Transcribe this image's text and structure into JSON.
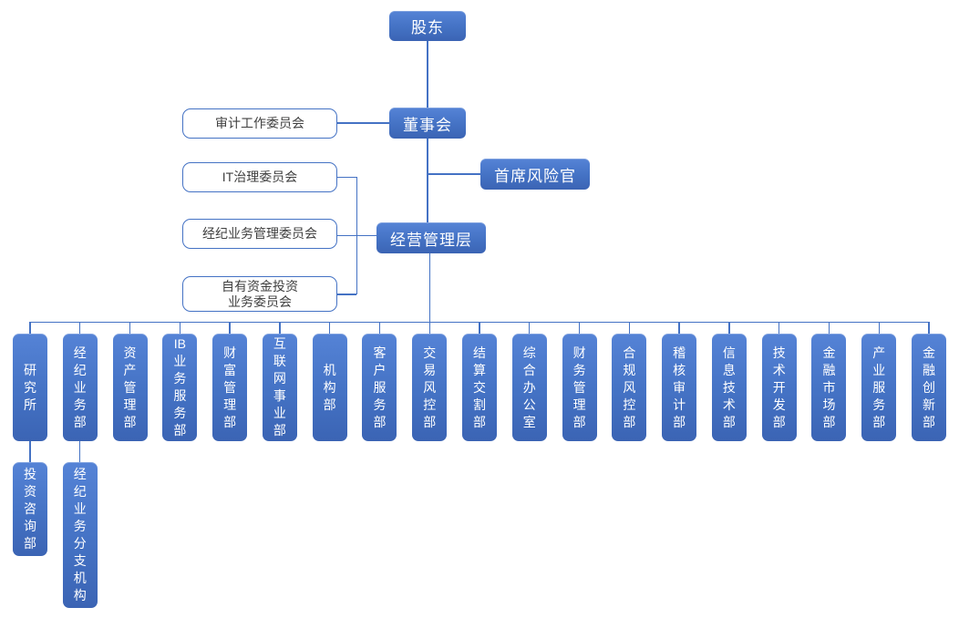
{
  "org_chart": {
    "colors": {
      "accent": "#4472C4",
      "node_gradient_top": "#5583D6",
      "node_gradient_bottom": "#3B64B4",
      "committee_text": "#3F3F3F"
    },
    "nodes": {
      "shareholders": "股东",
      "board": "董事会",
      "chief_risk_officer": "首席风险官",
      "management": "经营管理层"
    },
    "committees": [
      {
        "label": "审计工作委员会",
        "lines": [
          "审计工作委员会"
        ]
      },
      {
        "label": "IT治理委员会",
        "lines": [
          "IT治理委员会"
        ]
      },
      {
        "label": "经纪业务管理委员会",
        "lines": [
          "经纪业务管理委员会"
        ]
      },
      {
        "label": "自有资金投资业务委员会",
        "lines": [
          "自有资金投资",
          "业务委员会"
        ]
      }
    ],
    "departments": [
      {
        "label": "研究所",
        "lines": [
          "研",
          "究",
          "所"
        ]
      },
      {
        "label": "经纪业务部",
        "lines": [
          "经",
          "纪",
          "业",
          "务",
          "部"
        ]
      },
      {
        "label": "资产管理部",
        "lines": [
          "资",
          "产",
          "管",
          "理",
          "部"
        ]
      },
      {
        "label": "IB业务服务部",
        "lines": [
          "IB",
          "业",
          "务",
          "服",
          "务",
          "部"
        ]
      },
      {
        "label": "财富管理部",
        "lines": [
          "财",
          "富",
          "管",
          "理",
          "部"
        ]
      },
      {
        "label": "互联网事业部",
        "lines": [
          "互",
          "联",
          "网",
          "事",
          "业",
          "部"
        ]
      },
      {
        "label": "机构部",
        "lines": [
          "机",
          "构",
          "部"
        ]
      },
      {
        "label": "客户服务部",
        "lines": [
          "客",
          "户",
          "服",
          "务",
          "部"
        ]
      },
      {
        "label": "交易风控部",
        "lines": [
          "交",
          "易",
          "风",
          "控",
          "部"
        ]
      },
      {
        "label": "结算交割部",
        "lines": [
          "结",
          "算",
          "交",
          "割",
          "部"
        ]
      },
      {
        "label": "综合办公室",
        "lines": [
          "综",
          "合",
          "办",
          "公",
          "室"
        ]
      },
      {
        "label": "财务管理部",
        "lines": [
          "财",
          "务",
          "管",
          "理",
          "部"
        ]
      },
      {
        "label": "合规风控部",
        "lines": [
          "合",
          "规",
          "风",
          "控",
          "部"
        ]
      },
      {
        "label": "稽核审计部",
        "lines": [
          "稽",
          "核",
          "审",
          "计",
          "部"
        ]
      },
      {
        "label": "信息技术部",
        "lines": [
          "信",
          "息",
          "技",
          "术",
          "部"
        ]
      },
      {
        "label": "技术开发部",
        "lines": [
          "技",
          "术",
          "开",
          "发",
          "部"
        ]
      },
      {
        "label": "金融市场部",
        "lines": [
          "金",
          "融",
          "市",
          "场",
          "部"
        ]
      },
      {
        "label": "产业服务部",
        "lines": [
          "产",
          "业",
          "服",
          "务",
          "部"
        ]
      },
      {
        "label": "金融创新部",
        "lines": [
          "金",
          "融",
          "创",
          "新",
          "部"
        ]
      }
    ],
    "sub_departments": [
      {
        "label": "投资咨询部",
        "lines": [
          "投",
          "资",
          "咨",
          "询",
          "部"
        ],
        "parent_index": 0
      },
      {
        "label": "经纪业务分支机构",
        "lines": [
          "经",
          "纪",
          "业",
          "务",
          "分",
          "支",
          "机",
          "构"
        ],
        "parent_index": 1
      }
    ]
  }
}
